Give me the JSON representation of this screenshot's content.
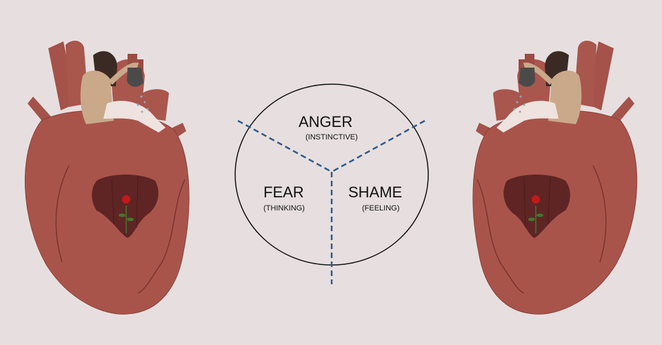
{
  "diagram": {
    "sections": [
      {
        "title": "ANGER",
        "subtitle": "(INSTINCTIVE)"
      },
      {
        "title": "FEAR",
        "subtitle": "(THINKING)"
      },
      {
        "title": "SHAME",
        "subtitle": "(FEELING)"
      }
    ],
    "divider_color": "#2f5a8c",
    "circle_color": "#111111"
  },
  "illustrations": {
    "left": "heart-with-girl-watering-rose",
    "right": "heart-with-girl-watering-rose-mirrored",
    "heart_color": "#a9544b",
    "background": "#e7dfdf"
  }
}
